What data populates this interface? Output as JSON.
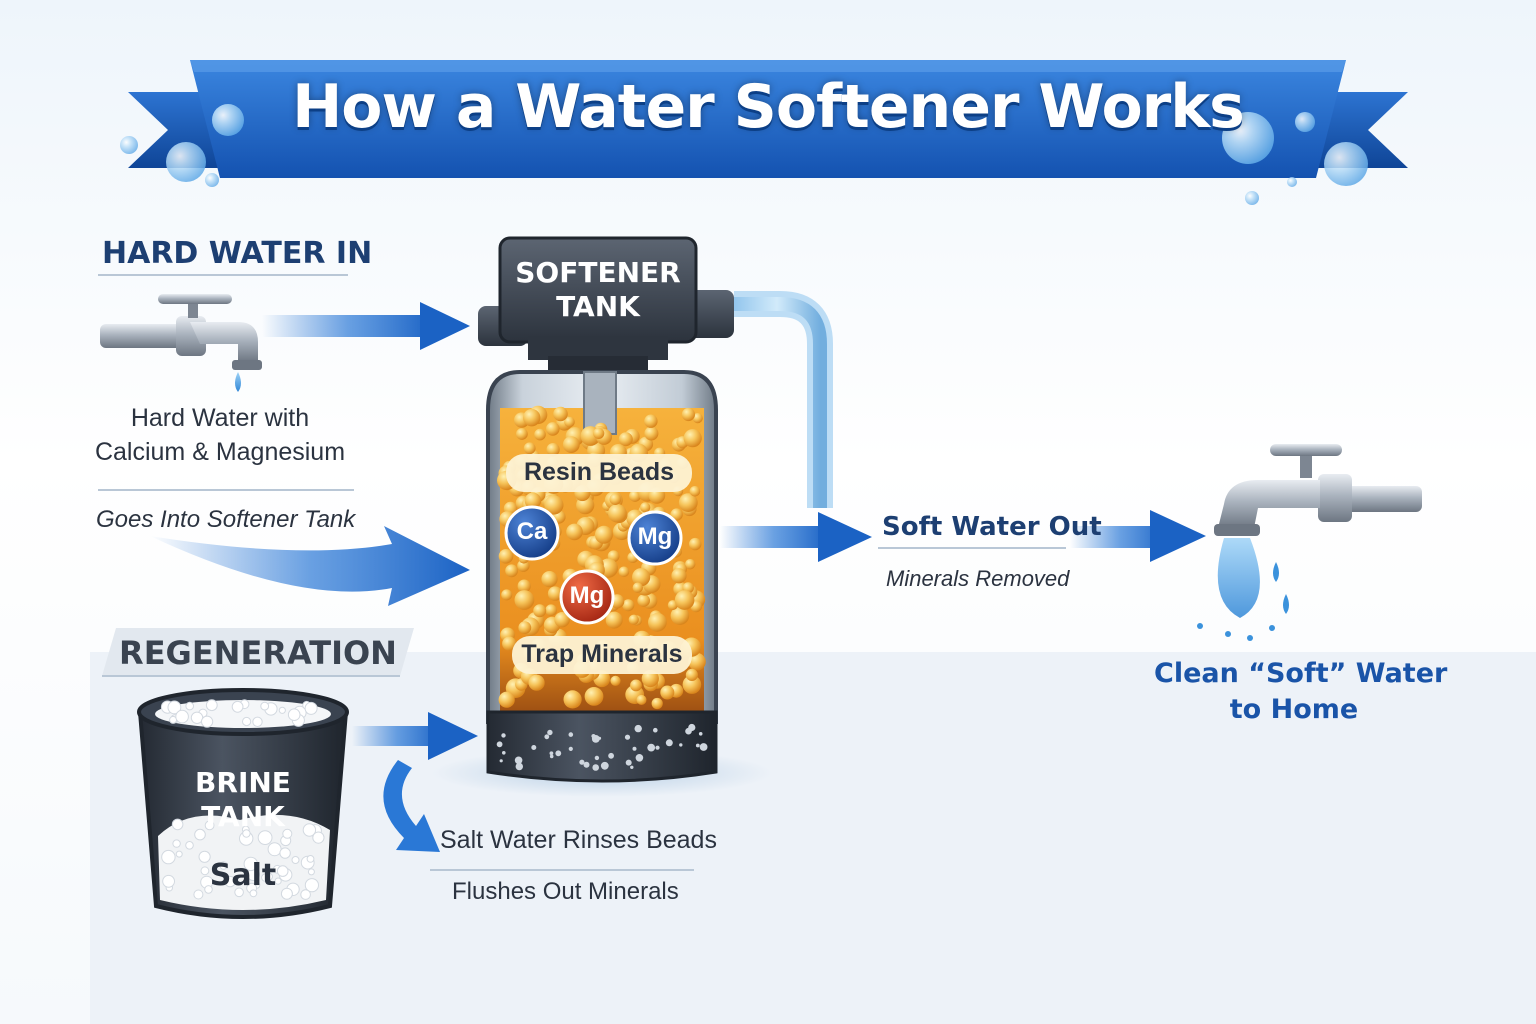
{
  "title": "How a Water Softener Works",
  "hard_water": {
    "heading": "HARD WATER IN",
    "desc_line1": "Hard Water with",
    "desc_line2": "Calcium & Magnesium",
    "goes_into": "Goes Into Softener Tank"
  },
  "softener_tank": {
    "label_line1": "SOFTENER",
    "label_line2": "TANK",
    "resin_label": "Resin Beads",
    "ion_ca": "Ca",
    "ion_mg1": "Mg",
    "ion_mg2": "Mg",
    "trap_label": "Trap Minerals"
  },
  "soft_water": {
    "label": "Soft Water Out",
    "sub": "Minerals Removed",
    "home_line1": "Clean “Soft” Water",
    "home_line2": "to Home"
  },
  "regeneration": {
    "heading": "REGENERATION",
    "brine_line1": "BRINE",
    "brine_line2": "TANK",
    "salt": "Salt",
    "rinse": "Salt Water Rinses Beads",
    "flush": "Flushes Out Minerals"
  },
  "colors": {
    "banner_blue": "#1f63c4",
    "arrow_blue": "#1f6fd1",
    "navy_text": "#1d3f72",
    "resin_orange": "#f2a93a",
    "tank_dark": "#3a4350",
    "ca_ion": "#1f4f9c",
    "mg_ion_red": "#c8361c"
  },
  "icons": [
    "faucet-icon",
    "water-drop-icon",
    "arrow-right-icon",
    "curved-arrow-icon",
    "bubble-icon"
  ]
}
